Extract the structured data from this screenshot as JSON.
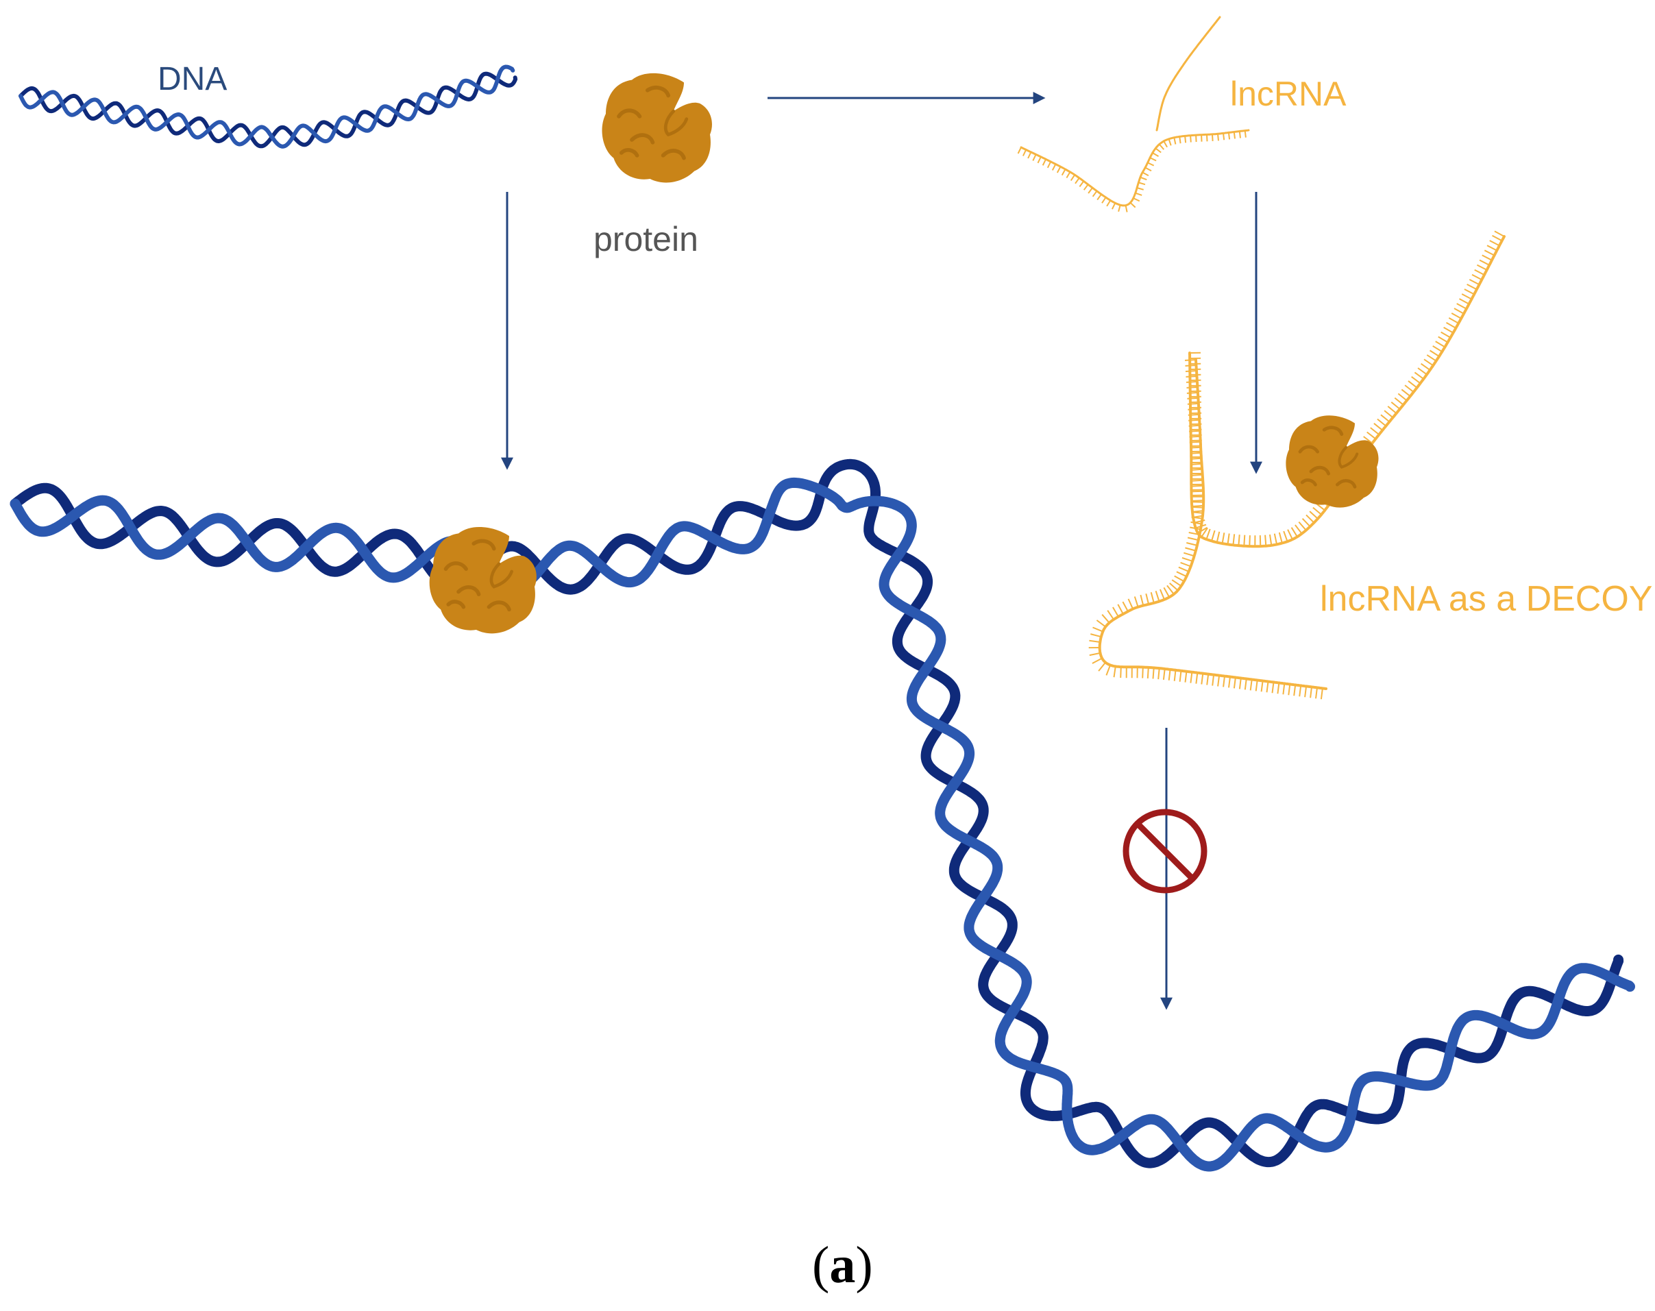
{
  "labels": {
    "dna": "DNA",
    "protein": "protein",
    "lncrna": "lncRNA",
    "decoy": "lncRNA as a DECOY"
  },
  "caption": {
    "open": "(",
    "letter": "a",
    "close": ")"
  },
  "colors": {
    "dna_dark": "#0f2a7a",
    "dna_light": "#2b58b0",
    "rna": "#f5b440",
    "protein": "#c98418",
    "protein_dark": "#b0700f",
    "arrow": "#23447f",
    "dna_label": "#2a4a7c",
    "protein_label": "#555555",
    "prohibit": "#9e1b1b",
    "caption": "#000000"
  },
  "icons": [
    "arrow-icon",
    "prohibit-icon",
    "protein-icon"
  ]
}
